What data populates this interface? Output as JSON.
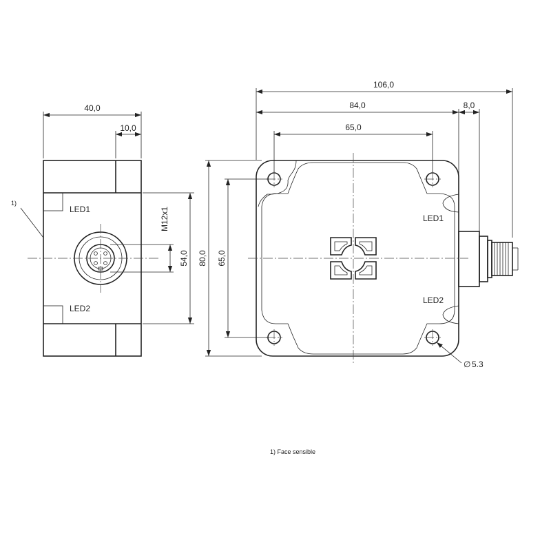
{
  "dimensions": {
    "side_width": "40,0",
    "side_offset": "10,0",
    "thread": "M12x1",
    "side_height": "54,0",
    "total_width": "106,0",
    "body_width": "84,0",
    "connector_length": "8,0",
    "hole_spacing_x": "65,0",
    "total_height": "80,0",
    "hole_spacing_y": "65,0",
    "hole_diameter": "5.3"
  },
  "labels": {
    "led1": "LED1",
    "led2": "LED2",
    "footnote_marker": "1)",
    "footnote": "1) Face sensible",
    "diameter_symbol": "∅"
  }
}
